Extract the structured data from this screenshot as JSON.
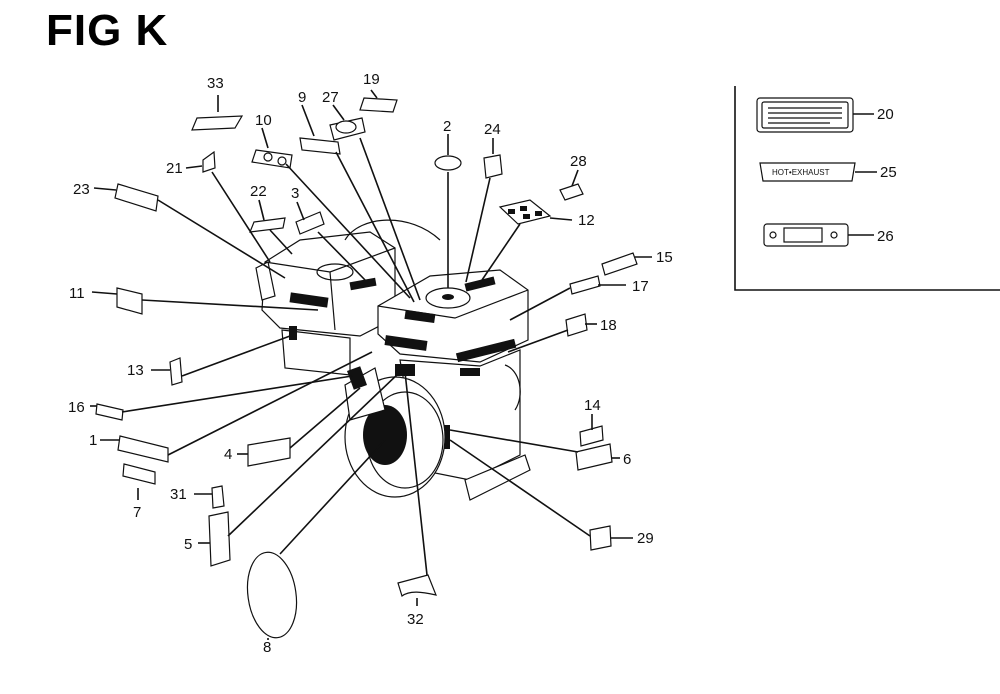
{
  "figure": {
    "title": "FIG K"
  },
  "callouts": [
    {
      "id": "c33",
      "label": "33"
    },
    {
      "id": "c19",
      "label": "19"
    },
    {
      "id": "c27",
      "label": "27"
    },
    {
      "id": "c9",
      "label": "9"
    },
    {
      "id": "c10",
      "label": "10"
    },
    {
      "id": "c2",
      "label": "2"
    },
    {
      "id": "c24",
      "label": "24"
    },
    {
      "id": "c28",
      "label": "28"
    },
    {
      "id": "c21",
      "label": "21"
    },
    {
      "id": "c22",
      "label": "22"
    },
    {
      "id": "c3",
      "label": "3"
    },
    {
      "id": "c23",
      "label": "23"
    },
    {
      "id": "c12",
      "label": "12"
    },
    {
      "id": "c15",
      "label": "15"
    },
    {
      "id": "c17",
      "label": "17"
    },
    {
      "id": "c11",
      "label": "11"
    },
    {
      "id": "c18",
      "label": "18"
    },
    {
      "id": "c13",
      "label": "13"
    },
    {
      "id": "c16",
      "label": "16"
    },
    {
      "id": "c14",
      "label": "14"
    },
    {
      "id": "c1",
      "label": "1"
    },
    {
      "id": "c4",
      "label": "4"
    },
    {
      "id": "c6",
      "label": "6"
    },
    {
      "id": "c7",
      "label": "7"
    },
    {
      "id": "c31",
      "label": "31"
    },
    {
      "id": "c5",
      "label": "5"
    },
    {
      "id": "c29",
      "label": "29"
    },
    {
      "id": "c8",
      "label": "8"
    },
    {
      "id": "c32",
      "label": "32"
    },
    {
      "id": "c20",
      "label": "20"
    },
    {
      "id": "c25",
      "label": "25"
    },
    {
      "id": "c26",
      "label": "26"
    }
  ],
  "inset_labels": {
    "hot_exhaust": "HOT•EXHAUST"
  }
}
